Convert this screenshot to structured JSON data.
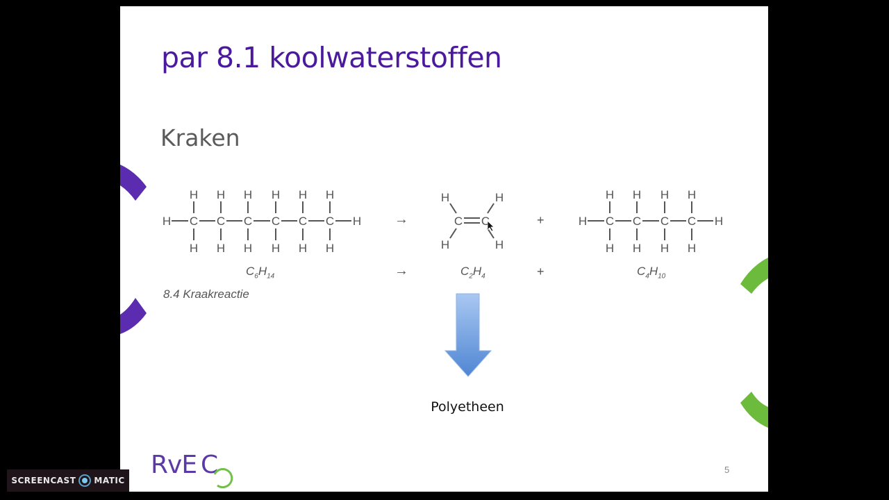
{
  "slide": {
    "title": "par 8.1 koolwaterstoffen",
    "subtitle": "Kraken",
    "page_number": "5",
    "colors": {
      "title": "#4b1a9c",
      "accent_purple": "#5b2bb0",
      "accent_green": "#6cbb3c",
      "arrow_blue": "#6b9fdc"
    }
  },
  "reaction": {
    "arrow_symbol": "→",
    "plus_symbol": "+",
    "reactant": {
      "structure": "hexane",
      "formula_main": "C",
      "sub1": "6",
      "formula_h": "H",
      "sub2": "14"
    },
    "product1": {
      "structure": "ethene",
      "formula_main": "C",
      "sub1": "2",
      "formula_h": "H",
      "sub2": "4"
    },
    "product2": {
      "structure": "butane",
      "formula_main": "C",
      "sub1": "4",
      "formula_h": "H",
      "sub2": "10"
    },
    "caption": "8.4 Kraakreactie",
    "result_label": "Polyetheen"
  },
  "logo": {
    "text_rv": "RvE",
    "text_c": "C"
  },
  "watermark": {
    "left": "SCREENCAST",
    "right": "MATIC"
  }
}
